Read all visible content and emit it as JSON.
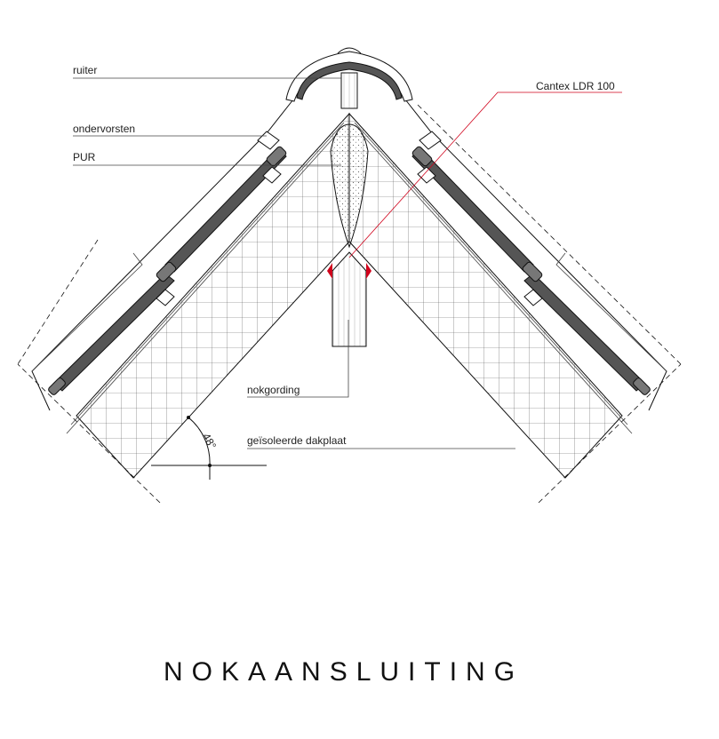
{
  "title": "NOKAANSLUITING",
  "angle_label": "48°",
  "labels": {
    "ruiter": "ruiter",
    "ondervorsten": "ondervorsten",
    "pur": "PUR",
    "cantex": "Cantex LDR 100",
    "nokgording": "nokgording",
    "dakplaat": "geïsoleerde dakplaat"
  },
  "colors": {
    "sealant": "#d0021b",
    "leader_red": "#d0021b",
    "tile_fill": "#555555",
    "ink": "#111111"
  }
}
